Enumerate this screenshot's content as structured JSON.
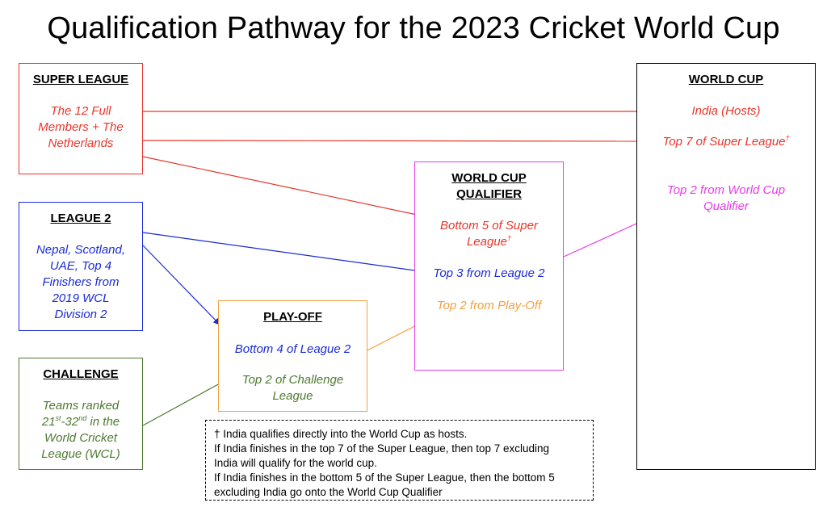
{
  "title": "Qualification Pathway for the 2023 Cricket World Cup",
  "super_league": {
    "heading": "SUPER LEAGUE",
    "desc_lines": [
      "The 12 Full",
      "Members + The",
      "Netherlands"
    ]
  },
  "league2": {
    "heading": "LEAGUE 2",
    "desc_lines": [
      "Nepal, Scotland,",
      "UAE, Top 4",
      "Finishers from",
      "2019 WCL",
      "Division 2"
    ]
  },
  "challenge": {
    "heading": "CHALLENGE",
    "desc_line1_pre": "Teams ranked",
    "desc_line2_a": "21",
    "desc_line2_a_sup": "st",
    "desc_line2_b": "-32",
    "desc_line2_b_sup": "nd",
    "desc_line2_c": " in the",
    "desc_line3": "World Cricket",
    "desc_line4": "League (WCL)"
  },
  "playoff": {
    "heading": "PLAY-OFF",
    "entry1": "Bottom 4 of League 2",
    "entry2_lines": [
      "Top 2 of Challenge",
      "League"
    ]
  },
  "wcq": {
    "heading_lines": [
      "WORLD CUP",
      "QUALIFIER"
    ],
    "entry1_lines": [
      "Bottom 5 of Super",
      "League"
    ],
    "entry1_sup": "†",
    "entry2": "Top 3 from League 2",
    "entry3": "Top 2 from Play-Off"
  },
  "world_cup": {
    "heading": "WORLD CUP",
    "entry1": "India (Hosts)",
    "entry2": "Top 7 of Super League",
    "entry2_sup": "†",
    "entry3_lines": [
      "Top 2 from World Cup",
      "Qualifier"
    ]
  },
  "footnote_lines": [
    "† India qualifies directly into the World Cup as hosts.",
    "If India finishes in the top 7 of the Super League, then top 7 excluding",
    "India will qualify for the world cup.",
    "If India finishes in the bottom 5 of the Super League, then the bottom 5",
    "excluding India go onto the World Cup Qualifier"
  ],
  "colors": {
    "super_league": "#e8352a",
    "league2": "#1a2bd6",
    "challenge": "#4d7a2f",
    "playoff": "#f0a040",
    "qualifier": "#e83ce8",
    "world_cup": "#000000"
  }
}
